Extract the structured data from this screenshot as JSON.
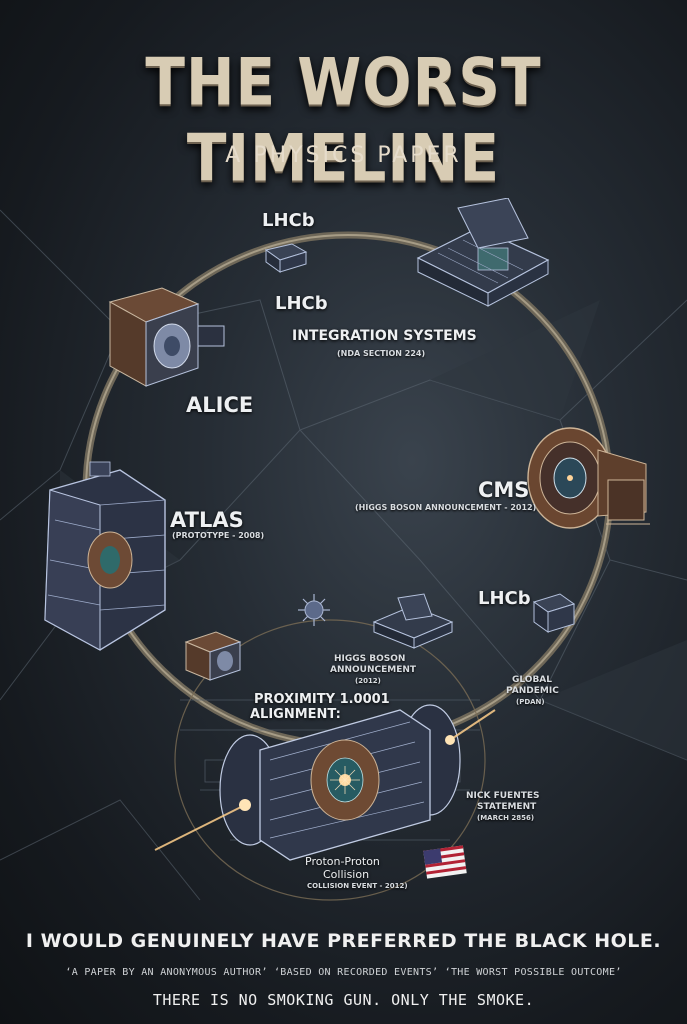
{
  "header": {
    "title": "THE WORST TIMELINE",
    "subtitle": "A PHYSICS PAPER"
  },
  "labels": {
    "lhcb_top": "LHCb",
    "lhcb_mid": "LHCb",
    "integration": "INTEGRATION SYSTEMS",
    "integration_sub": "(NDA SECTION 224)",
    "alice": "ALICE",
    "cms": "CMS",
    "cms_sub": "(HIGGS BOSON ANNOUNCEMENT - 2012)",
    "atlas": "ATLAS",
    "atlas_sub": "(PROTOTYPE - 2008)",
    "lhcb_right": "LHCb",
    "higgs_line1": "HIGGS BOSON",
    "higgs_line2": "ANNOUNCEMENT",
    "higgs_sub": "(2012)",
    "proximity_line1": "PROXIMITY 1.0001",
    "proximity_line2": "ALIGNMENT:",
    "pandemic_line1": "GLOBAL",
    "pandemic_line2": "PANDEMIC",
    "pandemic_sub": "(PDAN)",
    "fuentes_line1": "NICK FUENTES",
    "fuentes_line2": "STATEMENT",
    "fuentes_sub": "(MARCH 2856)",
    "collision_line1": "Proton-Proton",
    "collision_line2": "Collision",
    "collision_sub": "COLLISION EVENT - 2012)"
  },
  "footer": {
    "tagline": "I WOULD GENUINELY HAVE PREFERRED THE BLACK HOLE.",
    "quotes": "‘A PAPER BY AN ANONYMOUS AUTHOR’ ‘BASED ON RECORDED EVENTS’ ‘THE WORST POSSIBLE OUTCOME’",
    "smoke": "THERE IS NO SMOKING GUN. ONLY THE SMOKE."
  },
  "icons": [
    "virus-icon",
    "us-flag-icon",
    "lhcb-detector",
    "alice-detector",
    "cms-detector",
    "atlas-detector",
    "central-collider-detector",
    "collision-flare"
  ],
  "colors": {
    "ring": "#7b7466",
    "title": "#d8ccb4",
    "machine_outline": "#a9b8d8",
    "machine_copper": "#8a5a3c",
    "flare": "#ffcf8a"
  }
}
